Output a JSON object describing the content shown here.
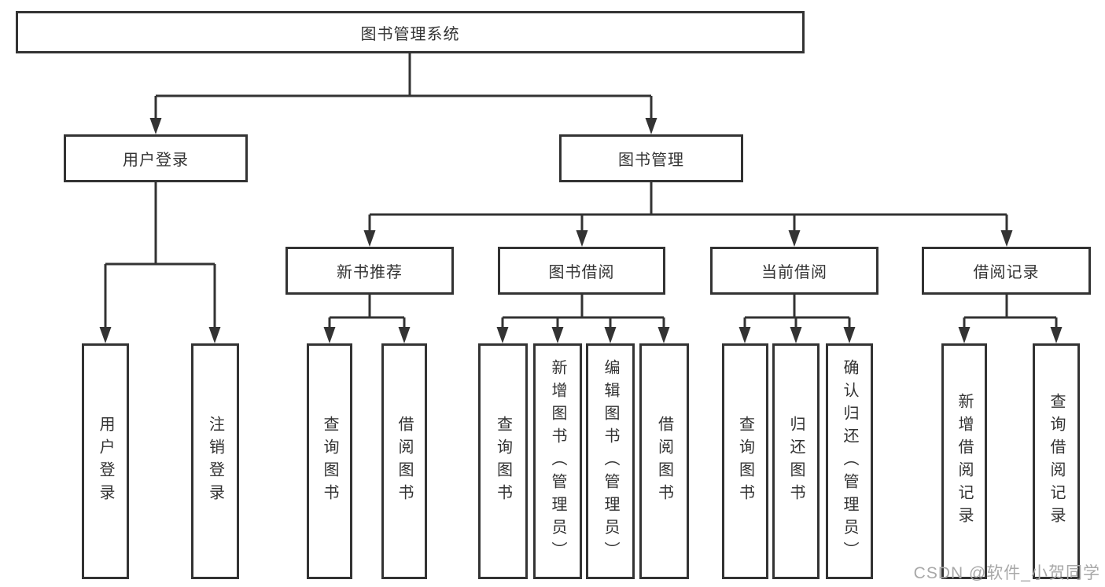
{
  "diagram": {
    "title": "图书管理系统",
    "nodes": {
      "root": "图书管理系统",
      "user_login": "用户登录",
      "book_mgmt": "图书管理",
      "new_books": "新书推荐",
      "book_borrow": "图书借阅",
      "current_borrow": "当前借阅",
      "borrow_records": "借阅记录",
      "leaf_user_login": "用户登录",
      "leaf_logout": "注销登录",
      "leaf_nb_query_book": "查询图书",
      "leaf_nb_borrow_book": "借阅图书",
      "leaf_bb_query_book": "查询图书",
      "leaf_bb_add_book": "新增图书（管理员）",
      "leaf_bb_edit_book": "编辑图书（管理员）",
      "leaf_bb_borrow_book": "借阅图书",
      "leaf_cb_query_book": "查询图书",
      "leaf_cb_return_book": "归还图书",
      "leaf_cb_confirm_return": "确认归还（管理员）",
      "leaf_br_add_record": "新增借阅记录",
      "leaf_br_query_record": "查询借阅记录"
    },
    "watermark": "CSDN @软件_小贺同学"
  },
  "colors": {
    "line": "#333333",
    "text": "#333333",
    "watermark": "#a8a8a8",
    "background": "#ffffff"
  }
}
